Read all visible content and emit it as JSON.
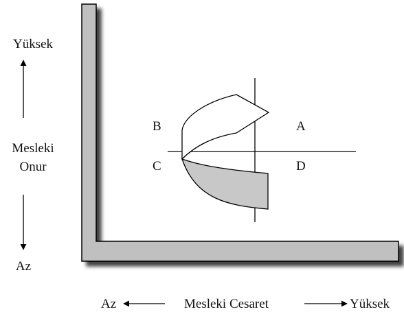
{
  "y_axis": {
    "top": "Yüksek",
    "middle_line1": "Mesleki",
    "middle_line2": "Onur",
    "bottom": "Az"
  },
  "x_axis": {
    "left": "Az",
    "middle": "Mesleki Cesaret",
    "right": "Yüksek"
  },
  "quadrants": {
    "top_left": "B",
    "top_right": "A",
    "bottom_left": "C",
    "bottom_right": "D"
  },
  "colors": {
    "frame_fill": "#c0c0c0",
    "frame_stroke": "#000000",
    "lower_band_fill": "#c8c8c8"
  }
}
